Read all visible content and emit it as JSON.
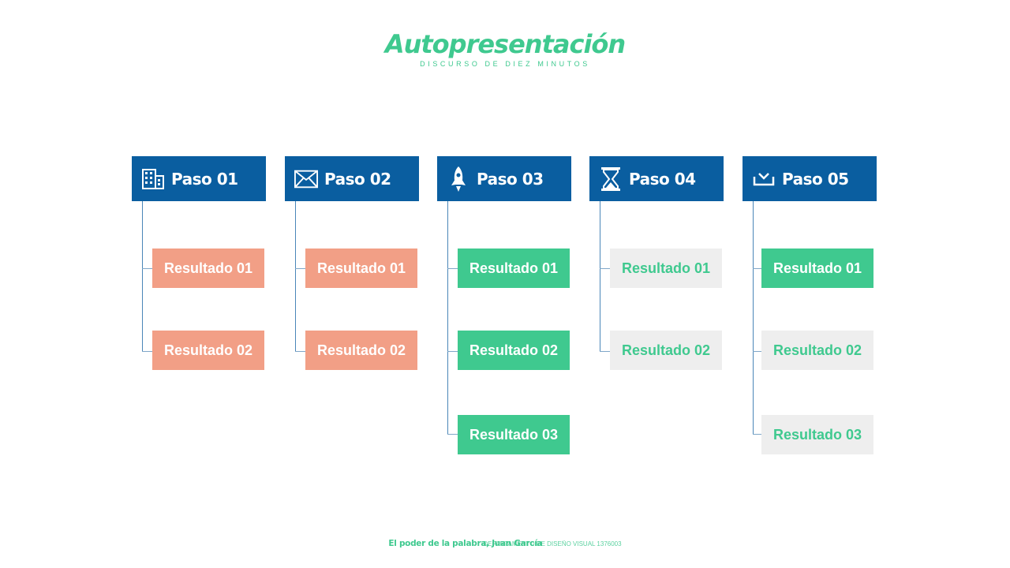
{
  "title": "Autopresentación",
  "subtitle": "DISCURSO DE DIEZ MINUTOS",
  "colors": {
    "header_blue": "#0a5ea0",
    "green": "#3fc98f",
    "salmon": "#f29f86",
    "grey": "#eeeeee",
    "connector": "#4a86b8"
  },
  "steps": [
    {
      "label": "Paso 01",
      "icon": "building-icon",
      "results": [
        {
          "label": "Resultado 01",
          "style": "salmon"
        },
        {
          "label": "Resultado 02",
          "style": "salmon"
        }
      ]
    },
    {
      "label": "Paso 02",
      "icon": "envelope-icon",
      "results": [
        {
          "label": "Resultado 01",
          "style": "salmon"
        },
        {
          "label": "Resultado 02",
          "style": "salmon"
        }
      ]
    },
    {
      "label": "Paso 03",
      "icon": "rocket-icon",
      "results": [
        {
          "label": "Resultado 01",
          "style": "green"
        },
        {
          "label": "Resultado 02",
          "style": "green"
        },
        {
          "label": "Resultado 03",
          "style": "green"
        }
      ]
    },
    {
      "label": "Paso 04",
      "icon": "hourglass-icon",
      "results": [
        {
          "label": "Resultado 01",
          "style": "grey"
        },
        {
          "label": "Resultado 02",
          "style": "grey"
        }
      ]
    },
    {
      "label": "Paso 05",
      "icon": "inbox-download-icon",
      "results": [
        {
          "label": "Resultado 01",
          "style": "green"
        },
        {
          "label": "Resultado 02",
          "style": "grey"
        },
        {
          "label": "Resultado 03",
          "style": "grey"
        }
      ]
    }
  ],
  "footer": {
    "left": "El poder de la palabra, Juan García",
    "right": "DEPARTAMENTO DE DISEÑO VISUAL 1376003"
  }
}
